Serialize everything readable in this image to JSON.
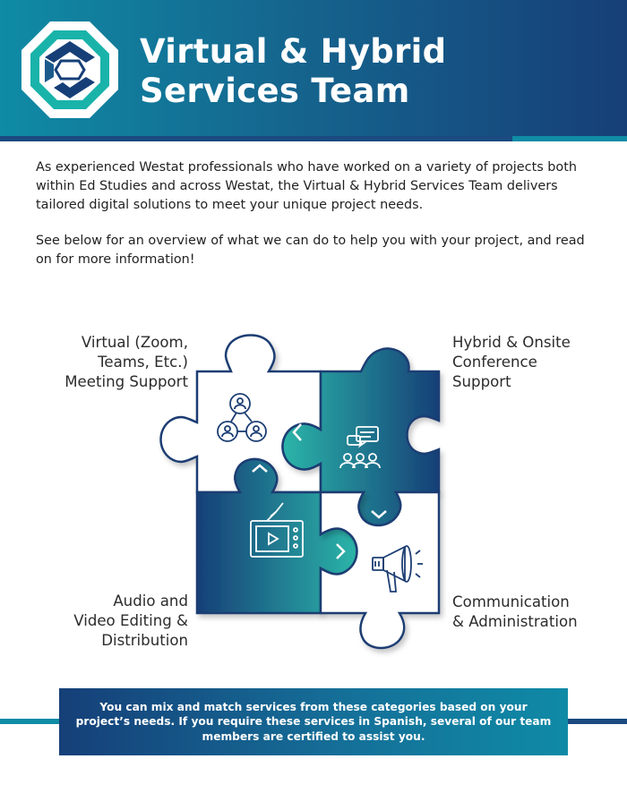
{
  "header": {
    "title_line1": "Virtual & Hybrid",
    "title_line2": "Services Team",
    "logo_icon": "westat-octagon-logo-icon"
  },
  "intro": {
    "paragraph1": "As experienced Westat professionals who have worked on a variety of projects both within Ed Studies and across Westat, the Virtual & Hybrid Services Team delivers tailored digital solutions to meet your unique project needs.",
    "paragraph2": "See below for an overview of what we can do to help you with your project, and read on for more information!"
  },
  "puzzle": {
    "top_left": {
      "label": "Virtual (Zoom,\nTeams, Etc.)\nMeeting Support",
      "icon": "people-network-icon"
    },
    "top_right": {
      "label": "Hybrid & Onsite\nConference\nSupport",
      "icon": "audience-chat-icon"
    },
    "bottom_left": {
      "label": "Audio and\nVideo Editing &\nDistribution",
      "icon": "tv-play-icon"
    },
    "bottom_right": {
      "label": "Communication\n& Administration",
      "icon": "megaphone-icon"
    }
  },
  "callout": {
    "text": "You can mix and match services from these categories based on your project’s needs. If you require these services in Spanish, several of our team members are certified to assist you."
  },
  "colors": {
    "teal": "#0f8ba5",
    "navy": "#163f77",
    "puzzle_outline": "#1c3e73",
    "bright_teal": "#2bb5a9"
  }
}
